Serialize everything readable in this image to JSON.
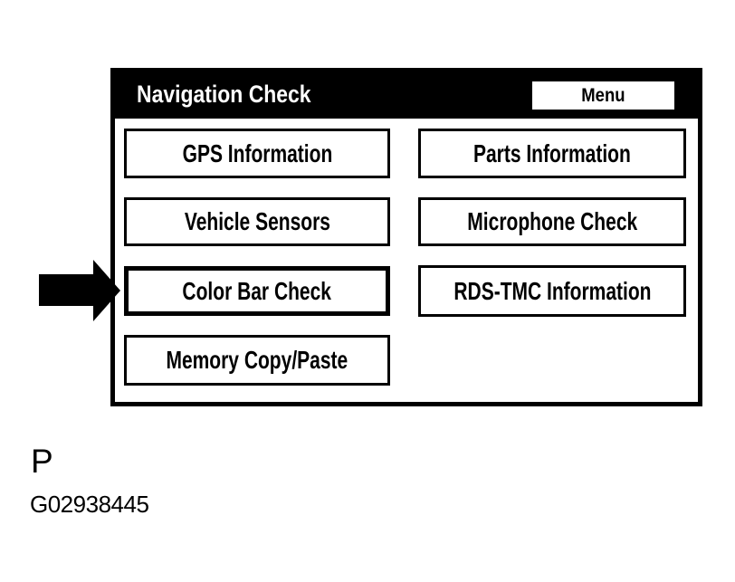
{
  "screen": {
    "title": "Navigation Check",
    "menu_button_label": "Menu",
    "buttons": [
      {
        "label": "GPS Information",
        "highlighted": false
      },
      {
        "label": "Parts Information",
        "highlighted": false
      },
      {
        "label": "Vehicle Sensors",
        "highlighted": false
      },
      {
        "label": "Microphone Check",
        "highlighted": false
      },
      {
        "label": "Color Bar Check",
        "highlighted": true
      },
      {
        "label": "RDS-TMC Information",
        "highlighted": false
      },
      {
        "label": "Memory Copy/Paste",
        "highlighted": false
      }
    ],
    "highlighted_button": "Color Bar Check"
  },
  "annotation": {
    "pointer_target": "Color Bar Check"
  },
  "caption": {
    "label": "P",
    "figure_id": "G02938445"
  },
  "colors": {
    "background": "#ffffff",
    "header_bg": "#000000",
    "header_text": "#ffffff",
    "button_bg": "#ffffff",
    "button_border": "#000000",
    "button_text": "#000000",
    "arrow": "#000000"
  }
}
